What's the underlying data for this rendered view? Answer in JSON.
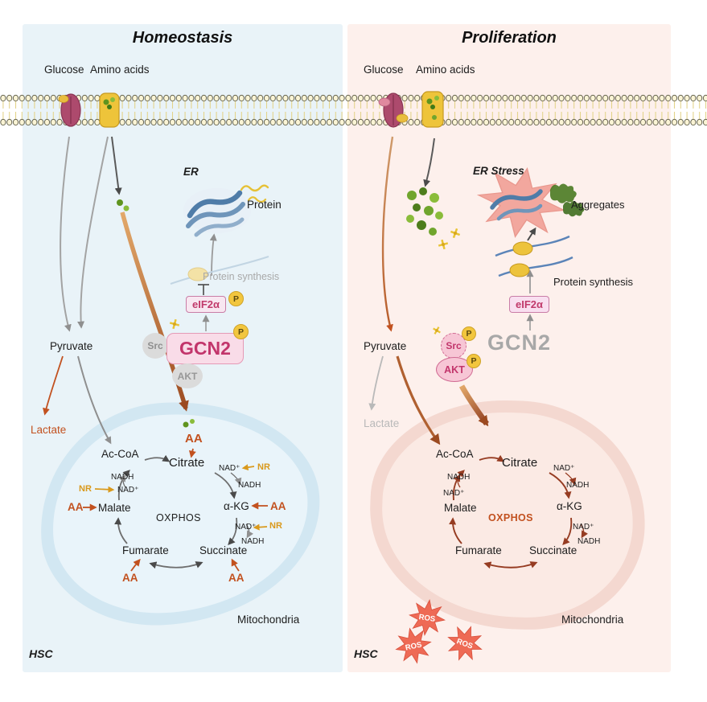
{
  "left": {
    "title": "Homeostasis",
    "glucose": "Glucose",
    "amino_acids": "Amino acids",
    "er": "ER",
    "protein": "Protein",
    "protein_synthesis": "Protein synthesis",
    "eif2a": "eIF2α",
    "p": "P",
    "src": "Src",
    "gcn2": "GCN2",
    "akt": "AKT",
    "pyruvate": "Pyruvate",
    "lactate": "Lactate",
    "aa": "AA",
    "cycle": {
      "accoa": "Ac-CoA",
      "citrate": "Citrate",
      "akg": "α-KG",
      "succinate": "Succinate",
      "fumarate": "Fumarate",
      "malate": "Malate",
      "oxphos": "OXPHOS",
      "nad": "NAD⁺",
      "nadh": "NADH",
      "nr": "NR",
      "aa": "AA"
    },
    "mitochondria": "Mitochondria",
    "hsc": "HSC"
  },
  "right": {
    "title": "Proliferation",
    "glucose": "Glucose",
    "amino_acids": "Amino acids",
    "er_stress": "ER Stress",
    "aggregates": "Aggregates",
    "protein_synthesis": "Protein synthesis",
    "eif2a": "eIF2α",
    "p": "P",
    "src": "Src",
    "gcn2": "GCN2",
    "akt": "AKT",
    "pyruvate": "Pyruvate",
    "lactate": "Lactate",
    "ros": "ROS",
    "cycle": {
      "accoa": "Ac-CoA",
      "citrate": "Citrate",
      "akg": "α-KG",
      "succinate": "Succinate",
      "fumarate": "Fumarate",
      "malate": "Malate",
      "oxphos": "OXPHOS",
      "nad": "NAD⁺",
      "nadh": "NADH"
    },
    "mitochondria": "Mitochondria",
    "hsc": "HSC"
  },
  "colors": {
    "accent_magenta": "#c2356b",
    "metabolite_orange": "#c2511f",
    "nr_yellow": "#d9991c",
    "inactive_gray": "#a8a8a8",
    "panel_left_bg": "#e9f3f8",
    "panel_right_bg": "#fdf0ec",
    "ros_red": "#ee6a55"
  }
}
